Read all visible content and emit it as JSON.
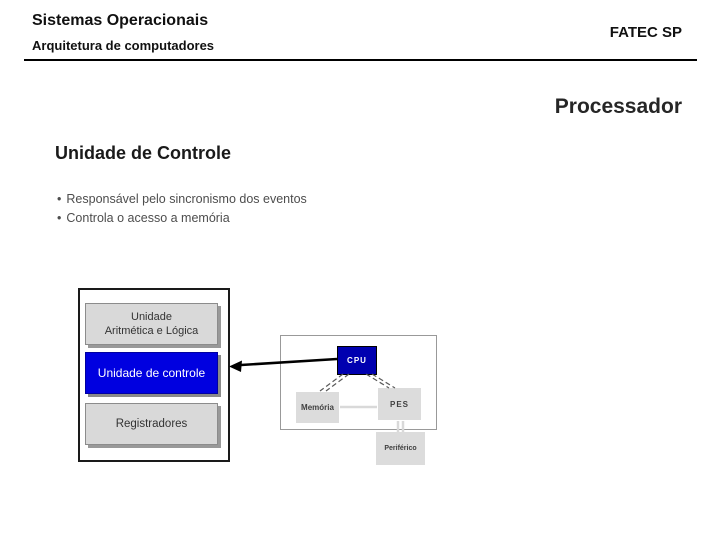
{
  "header": {
    "title": "Sistemas Operacionais",
    "subtitle": "Arquitetura de computadores",
    "brand": "FATEC SP"
  },
  "slide": {
    "title": "Processador",
    "heading": "Unidade de Controle",
    "bullet_char": "•",
    "bullets": [
      "Responsável pelo sincronismo dos eventos",
      "Controla o acesso a memória"
    ]
  },
  "diagram": {
    "cpu_detail": {
      "ula_line1": "Unidade",
      "ula_line2": "Aritmética e Lógica",
      "control_unit": "Unidade de controle",
      "registers": "Registradores"
    },
    "system": {
      "cpu": "CPU",
      "memory": "Memória",
      "pes": "PES",
      "peripheral": "Periférico"
    }
  },
  "colors": {
    "highlight_blue": "#0000e0",
    "cpu_blue": "#0000b0",
    "box_gray": "#d9d9d9",
    "flat_gray": "#dcdcdc",
    "rule_black": "#000000"
  }
}
